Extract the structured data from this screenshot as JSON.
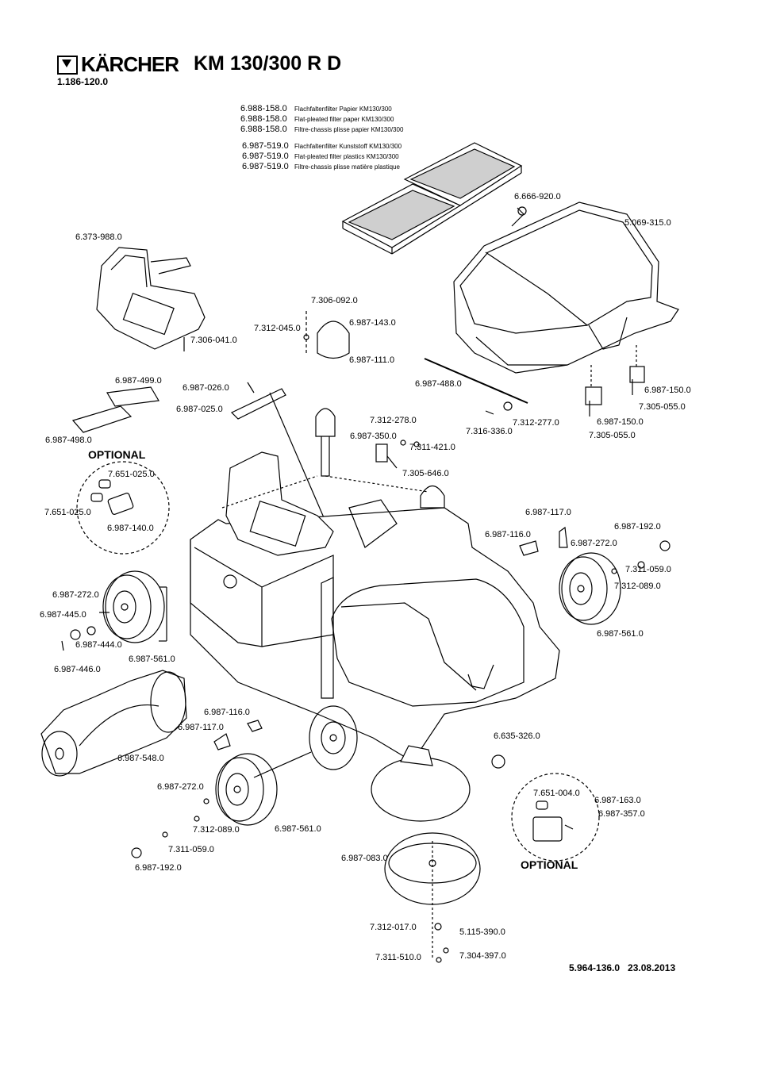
{
  "header": {
    "brand": "KÄRCHER",
    "model": "KM 130/300 R D",
    "doc_number": "1.186-120.0"
  },
  "footer": {
    "ref": "5.964-136.0   23.08.2013"
  },
  "filters": [
    {
      "part": "6.988-158.0",
      "desc": "Flachfaltenfilter Papier KM130/300"
    },
    {
      "part": "6.988-158.0",
      "desc": "Flat-pleated filter paper KM130/300"
    },
    {
      "part": "6.988-158.0",
      "desc": "Filtre-chassis plisse papier KM130/300"
    },
    {
      "part": "6.987-519.0",
      "desc": "Flachfaltenfilter Kunststoff KM130/300"
    },
    {
      "part": "6.987-519.0",
      "desc": "Flat-pleated filter plastics KM130/300"
    },
    {
      "part": "6.987-519.0",
      "desc": "Filtre-chassis plisse matière plastique"
    }
  ],
  "optional_label": "OPTIONAL",
  "labels": [
    "6.373-988.0",
    "7.306-092.0",
    "7.312-045.0",
    "6.987-143.0",
    "7.306-041.0",
    "6.987-111.0",
    "6.666-920.0",
    "5.069-315.0",
    "6.987-499.0",
    "6.987-026.0",
    "6.987-025.0",
    "6.987-498.0",
    "6.987-488.0",
    "6.987-150.0",
    "7.305-055.0",
    "6.987-150.0",
    "7.305-055.0",
    "7.312-277.0",
    "7.316-336.0",
    "7.312-278.0",
    "6.987-350.0",
    "7.311-421.0",
    "7.305-646.0",
    "7.651-025.0",
    "7.651-025.0",
    "6.987-140.0",
    "6.987-117.0",
    "6.987-116.0",
    "6.987-192.0",
    "6.987-272.0",
    "7.311-059.0",
    "7.312-089.0",
    "6.987-561.0",
    "6.987-272.0",
    "6.987-445.0",
    "6.987-444.0",
    "6.987-561.0",
    "6.987-446.0",
    "6.987-116.0",
    "6.987-117.0",
    "6.987-548.0",
    "6.635-326.0",
    "6.987-272.0",
    "7.312-089.0",
    "6.987-561.0",
    "7.311-059.0",
    "6.987-192.0",
    "7.651-004.0",
    "6.987-163.0",
    "6.987-357.0",
    "6.987-083.0",
    "7.312-017.0",
    "5.115-390.0",
    "7.311-510.0",
    "7.304-397.0"
  ]
}
